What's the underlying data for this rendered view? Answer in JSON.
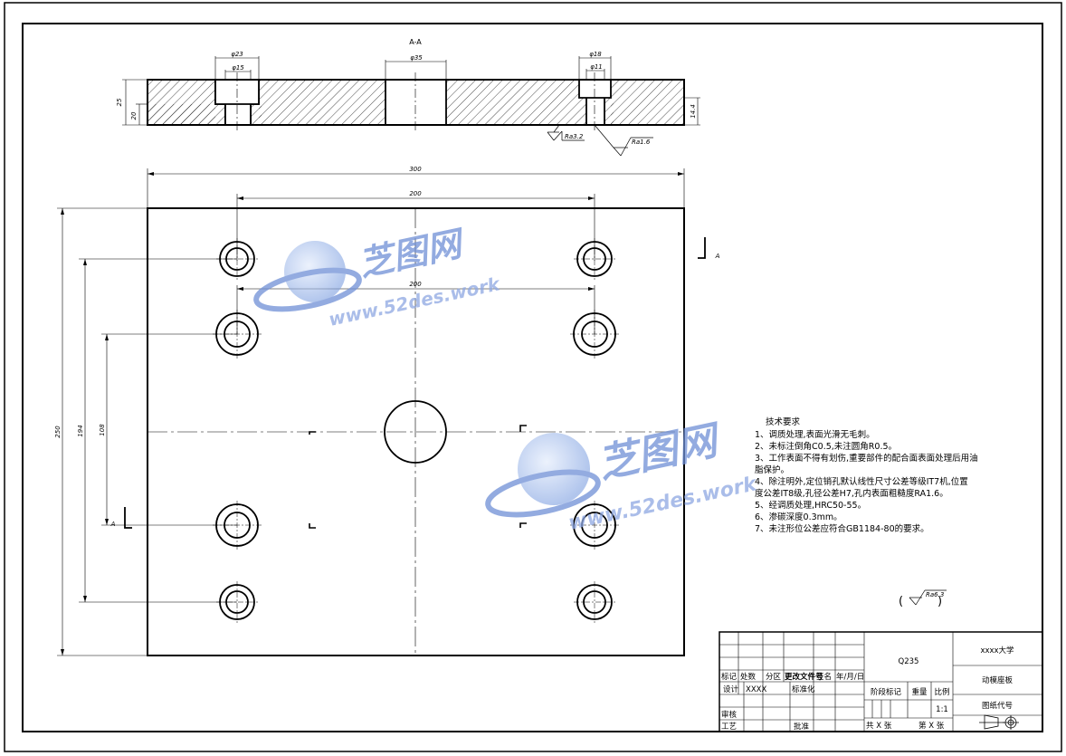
{
  "section": {
    "label": "A-A",
    "dims": {
      "left_counterbore": "φ23",
      "left_hole": "φ15",
      "center_hole": "φ35",
      "right_counterbore": "φ18",
      "right_hole": "φ11",
      "thickness_total": "25",
      "thickness_lower": "20",
      "right_depth": "14.4"
    },
    "roughness": [
      "Ra3.2",
      "Ra1.6"
    ]
  },
  "plan": {
    "width": "300",
    "pitch_top": "200",
    "pitch_mid": "200",
    "height": "250",
    "vert_194": "194",
    "vert_108": "108",
    "section_mark_top": "A",
    "section_mark_left": "A"
  },
  "tech": {
    "title": "技术要求",
    "items": [
      "1、调质处理,表面光滑无毛刺。",
      "2、未标注倒角C0.5,未注圆角R0.5。",
      "3、工作表面不得有划伤,重要部件的配合面表面处理后用油",
      "脂保护。",
      "4、除注明外,定位销孔默认线性尺寸公差等级IT7机,位置",
      "度公差IT8级,孔径公差H7,孔内表面粗糙度RA1.6。",
      "5、经调质处理,HRC50-55。",
      "6、渗碳深度0.3mm。",
      "7、未注形位公差应符合GB1184-80的要求。"
    ],
    "general_roughness": "Ra6.3",
    "paren_open": "(",
    "paren_close": ")"
  },
  "title_block": {
    "material": "Q235",
    "school": "xxxx大学",
    "part_name": "动模座板",
    "drawing_no": "图纸代号",
    "mark": "标记",
    "count": "处数",
    "zone": "分区",
    "change_doc": "更改文件号",
    "sign": "签名",
    "date": "年/月/日",
    "design": "设计",
    "designer": "XXXX",
    "standardize": "标准化",
    "stage_mark": "阶段标记",
    "weight": "重量",
    "scale_label": "比例",
    "scale": "1:1",
    "review": "审核",
    "process": "工艺",
    "approve": "批准",
    "total_sheets": "共 X 张",
    "sheet_no": "第 X 张"
  },
  "watermark": {
    "brand": "芝图网",
    "url": "www.52des.work",
    "brand_color": "#6f8fd6",
    "url_color": "#8ea7e2"
  }
}
